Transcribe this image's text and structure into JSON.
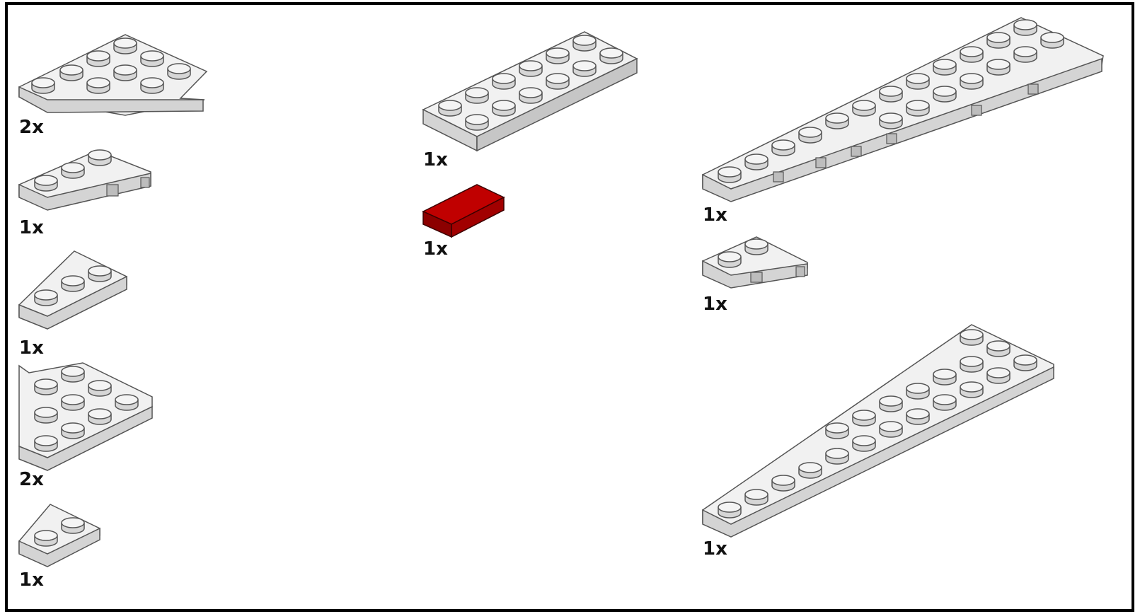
{
  "colors": {
    "part_white": "#f0f0f0",
    "part_red": "#a10000",
    "border": "#000000"
  },
  "parts": [
    {
      "id": "part-1",
      "type": "wedge-plate-cutout",
      "color": "white",
      "qty": "2x"
    },
    {
      "id": "part-2",
      "type": "wedge-plate-small-cutout",
      "color": "white",
      "qty": "1x"
    },
    {
      "id": "part-3",
      "type": "wedge-plate-3x2",
      "color": "white",
      "qty": "1x"
    },
    {
      "id": "part-4",
      "type": "wedge-plate-4x4",
      "color": "white",
      "qty": "2x"
    },
    {
      "id": "part-5",
      "type": "wedge-plate-2x2",
      "color": "white",
      "qty": "1x"
    },
    {
      "id": "part-6",
      "type": "plate-2x6",
      "color": "white",
      "qty": "1x"
    },
    {
      "id": "part-7",
      "type": "tile-1x2",
      "color": "dark-red",
      "qty": "1x"
    },
    {
      "id": "part-8",
      "type": "wedge-plate-long-cutout",
      "color": "white",
      "qty": "1x"
    },
    {
      "id": "part-9",
      "type": "wedge-plate-2x2-cutout",
      "color": "white",
      "qty": "1x"
    },
    {
      "id": "part-10",
      "type": "wedge-plate-long",
      "color": "white",
      "qty": "1x"
    }
  ]
}
